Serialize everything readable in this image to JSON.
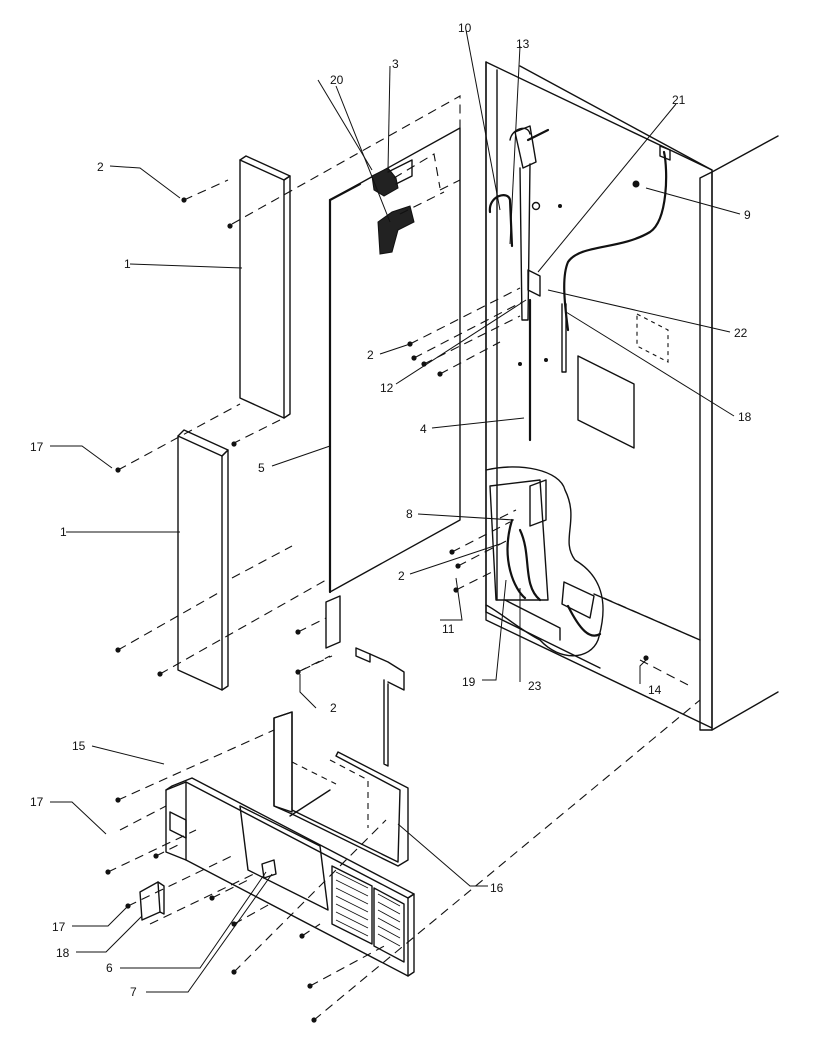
{
  "callouts": [
    {
      "id": "c1a",
      "text": "1"
    },
    {
      "id": "c1b",
      "text": "1"
    },
    {
      "id": "c2a",
      "text": "2"
    },
    {
      "id": "c2b",
      "text": "2"
    },
    {
      "id": "c2c",
      "text": "2"
    },
    {
      "id": "c2d",
      "text": "2"
    },
    {
      "id": "c3",
      "text": "3"
    },
    {
      "id": "c4",
      "text": "4"
    },
    {
      "id": "c5",
      "text": "5"
    },
    {
      "id": "c6",
      "text": "6"
    },
    {
      "id": "c7",
      "text": "7"
    },
    {
      "id": "c8",
      "text": "8"
    },
    {
      "id": "c9",
      "text": "9"
    },
    {
      "id": "c10",
      "text": "10"
    },
    {
      "id": "c11",
      "text": "11"
    },
    {
      "id": "c12",
      "text": "12"
    },
    {
      "id": "c13",
      "text": "13"
    },
    {
      "id": "c14",
      "text": "14"
    },
    {
      "id": "c15",
      "text": "15"
    },
    {
      "id": "c16",
      "text": "16"
    },
    {
      "id": "c17a",
      "text": "17"
    },
    {
      "id": "c17b",
      "text": "17"
    },
    {
      "id": "c17c",
      "text": "17"
    },
    {
      "id": "c18a",
      "text": "18"
    },
    {
      "id": "c18b",
      "text": "18"
    },
    {
      "id": "c19",
      "text": "19"
    },
    {
      "id": "c20",
      "text": "20"
    },
    {
      "id": "c21",
      "text": "21"
    },
    {
      "id": "c22",
      "text": "22"
    },
    {
      "id": "c23",
      "text": "23"
    }
  ]
}
